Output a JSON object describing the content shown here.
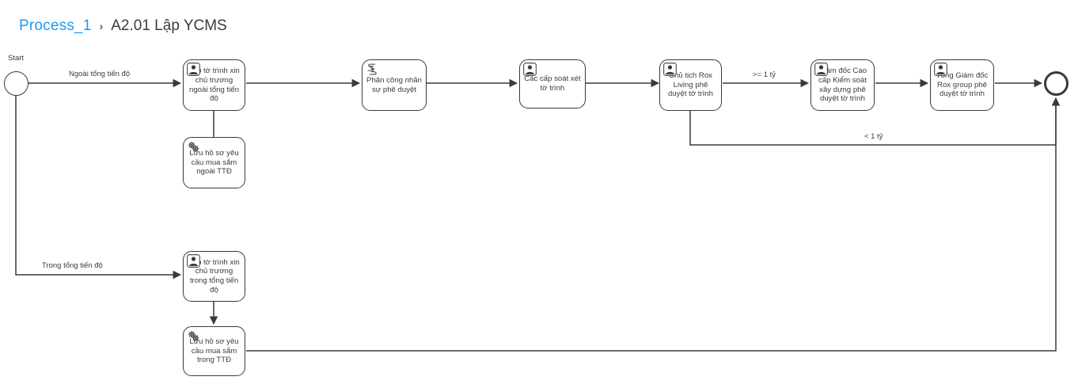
{
  "breadcrumb": {
    "root_label": "Process_1",
    "separator": "›",
    "current_label": "A2.01 Lập YCMS"
  },
  "colors": {
    "link": "#1a9bf0",
    "text": "#3b3b3b",
    "stroke": "#3a3a3a",
    "background": "#ffffff"
  },
  "diagram": {
    "type": "bpmn-process",
    "events": [
      {
        "id": "start",
        "kind": "start-event",
        "label": "Start"
      },
      {
        "id": "end",
        "kind": "end-event",
        "label": ""
      }
    ],
    "tasks": [
      {
        "id": "t1",
        "icon": "user-task-icon",
        "label": "Lập tờ trình xin chủ trương ngoài tổng tiến độ"
      },
      {
        "id": "t2",
        "icon": "service-task-icon",
        "label": "Lưu hồ sơ yêu cầu mua sắm ngoài TTĐ"
      },
      {
        "id": "t3",
        "icon": "script-task-icon",
        "label": "Phân công nhân sự phê duyệt"
      },
      {
        "id": "t4",
        "icon": "user-task-icon",
        "label": "Các cấp soát xét tờ trình"
      },
      {
        "id": "t5",
        "icon": "user-task-icon",
        "label": "Chủ tịch Rox Living phê duyệt tờ trình"
      },
      {
        "id": "t6",
        "icon": "user-task-icon",
        "label": "Giám đốc Cao cấp Kiểm soát xây dựng phê duyệt tờ trình"
      },
      {
        "id": "t7",
        "icon": "user-task-icon",
        "label": "Tổng Giám đốc Rox group phê duyệt tờ trình"
      },
      {
        "id": "t8",
        "icon": "user-task-icon",
        "label": "Lập tờ trình xin chủ trương trong tổng tiến độ"
      },
      {
        "id": "t9",
        "icon": "service-task-icon",
        "label": "Lưu hồ sơ yêu cầu mua sắm trong TTĐ"
      }
    ],
    "flow_labels": [
      {
        "id": "f1",
        "label": "Ngoài tổng tiến độ"
      },
      {
        "id": "f2",
        "label": "Trong tổng tiến độ"
      },
      {
        "id": "f3",
        "label": ">= 1 tỷ"
      },
      {
        "id": "f4",
        "label": "< 1 tỷ"
      }
    ]
  }
}
